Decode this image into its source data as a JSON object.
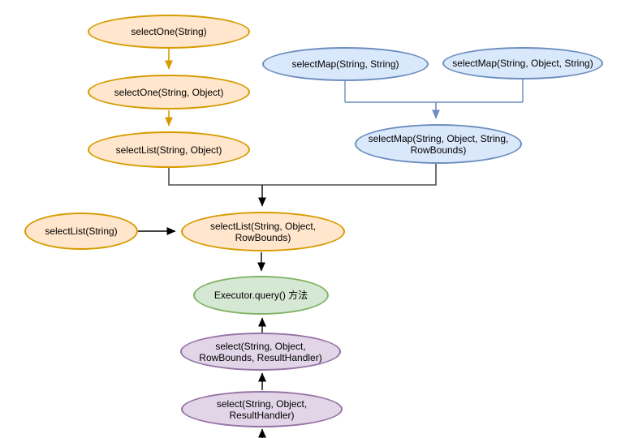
{
  "palette": {
    "orange": {
      "fill": "#FFE6CC",
      "stroke": "#D79B00"
    },
    "blue": {
      "fill": "#DAE8FC",
      "stroke": "#6C8EBF"
    },
    "green": {
      "fill": "#D5E8D4",
      "stroke": "#82B366"
    },
    "purple": {
      "fill": "#E1D5E7",
      "stroke": "#9673A6"
    },
    "edge_black": "#000000",
    "edge_dark": "#4D4D4D"
  },
  "nodes": [
    {
      "label": "selectOne(String)",
      "color": "orange"
    },
    {
      "label": "selectOne(String, Object)",
      "color": "orange"
    },
    {
      "label": "selectList(String, Object)",
      "color": "orange"
    },
    {
      "label": "selectMap(String, String)",
      "color": "blue"
    },
    {
      "label": "selectMap(String, Object, String)",
      "color": "blue"
    },
    {
      "label": "selectMap(String, Object, String,\nRowBounds)",
      "color": "blue"
    },
    {
      "label": "selectList(String)",
      "color": "orange"
    },
    {
      "label": "selectList(String, Object,\nRowBounds)",
      "color": "orange"
    },
    {
      "label": "Executor.query() 方法",
      "color": "green"
    },
    {
      "label": "select(String, Object,\nRowBounds, ResultHandler)",
      "color": "purple"
    },
    {
      "label": "select(String, Object, ResultHandler)",
      "color": "purple"
    }
  ],
  "edges": [
    {
      "from": "selectOne(String)",
      "to": "selectOne(String, Object)",
      "style": "orange-arrow-down"
    },
    {
      "from": "selectOne(String, Object)",
      "to": "selectList(String, Object)",
      "style": "orange-arrow-down"
    },
    {
      "from": "selectMap(String, String)",
      "to": "selectMap(String, Object, String, RowBounds)",
      "style": "blue-elbow-arrow-down"
    },
    {
      "from": "selectMap(String, Object, String)",
      "to": "selectMap(String, Object, String, RowBounds)",
      "style": "blue-elbow-arrow-down"
    },
    {
      "from": "selectList(String, Object)",
      "to": "selectList(String, Object, RowBounds)",
      "style": "dark-elbow-black-arrow-down"
    },
    {
      "from": "selectMap(String, Object, String, RowBounds)",
      "to": "selectList(String, Object, RowBounds)",
      "style": "dark-elbow-black-arrow-down"
    },
    {
      "from": "selectList(String)",
      "to": "selectList(String, Object, RowBounds)",
      "style": "black-arrow-right"
    },
    {
      "from": "selectList(String, Object, RowBounds)",
      "to": "Executor.query() 方法",
      "style": "black-arrow-down"
    },
    {
      "from": "select(String, Object, RowBounds, ResultHandler)",
      "to": "Executor.query() 方法",
      "style": "black-arrow-up"
    },
    {
      "from": "select(String, Object, ResultHandler)",
      "to": "select(String, Object, RowBounds, ResultHandler)",
      "style": "black-arrow-up"
    },
    {
      "from": "bottom-edge",
      "to": "select(String, Object, ResultHandler)",
      "style": "black-arrow-up"
    }
  ]
}
